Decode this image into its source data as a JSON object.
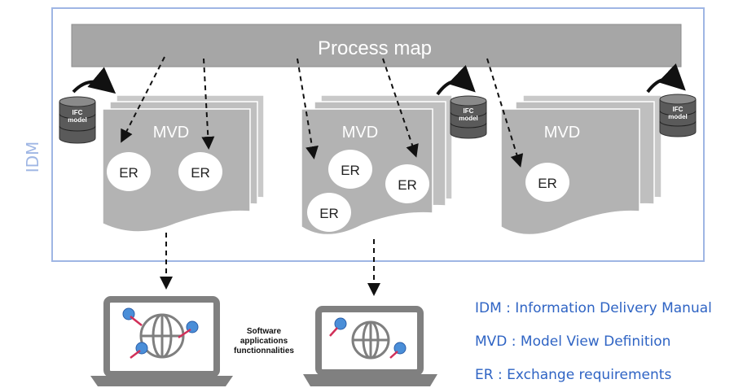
{
  "diagram": {
    "frame_label": "IDM",
    "process_map_label": "Process map",
    "mvd_label": "MVD",
    "er_label": "ER",
    "ifc_label_line1": "IFC",
    "ifc_label_line2": "model",
    "software_label": [
      "Software",
      "applications",
      "functionnalities"
    ]
  },
  "legend": [
    "IDM : Information Delivery Manual",
    "MVD : Model View Definition",
    "ER : Exchange requirements"
  ],
  "colors": {
    "frame_border": "#9fb6e4",
    "process_bar": "#a6a6a6",
    "mvd_page": "#b3b3b3",
    "legend_text": "#2f64c4"
  }
}
